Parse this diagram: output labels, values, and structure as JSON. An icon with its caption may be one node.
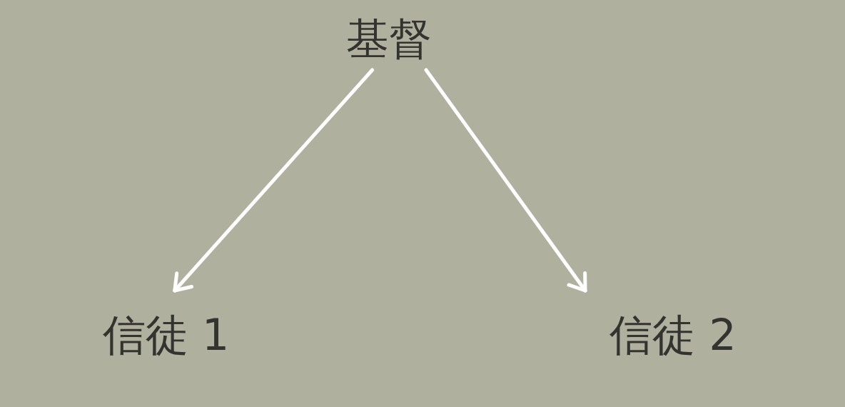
{
  "diagram": {
    "nodes": [
      {
        "text": [
          "基督"
        ]
      },
      {
        "text": [
          "信徒 1"
        ]
      },
      {
        "text": [
          "信徒 2"
        ]
      }
    ],
    "edges": [
      {
        "from": 0,
        "to": 1,
        "arrow": "to"
      },
      {
        "from": 0,
        "to": 2,
        "arrow": "to"
      }
    ]
  }
}
